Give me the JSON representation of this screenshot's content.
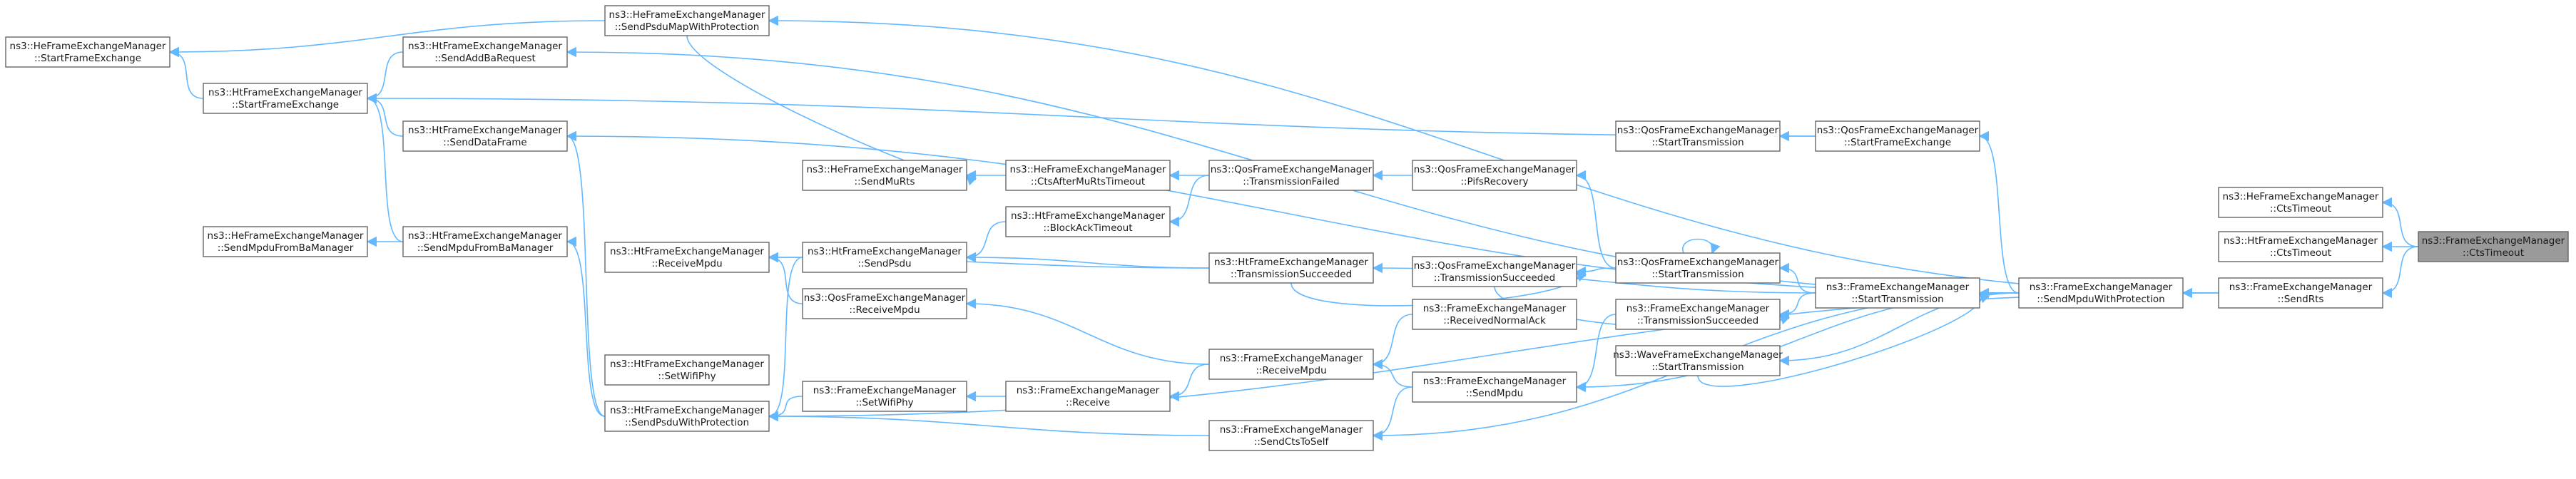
{
  "graph": {
    "root": "n_cts_timeout_fem",
    "nodes": [
      {
        "id": "n_start_fe_he",
        "l1": "ns3::HeFrameExchangeManager",
        "l2": "::StartFrameExchange"
      },
      {
        "id": "n_sendpsdumap",
        "l1": "ns3::HeFrameExchangeManager",
        "l2": "::SendPsduMapWithProtection"
      },
      {
        "id": "n_start_fe_ht",
        "l1": "ns3::HtFrameExchangeManager",
        "l2": "::StartFrameExchange"
      },
      {
        "id": "n_sendaddba",
        "l1": "ns3::HtFrameExchangeManager",
        "l2": "::SendAddBaRequest"
      },
      {
        "id": "n_senddata",
        "l1": "ns3::HtFrameExchangeManager",
        "l2": "::SendDataFrame"
      },
      {
        "id": "n_sendmurts",
        "l1": "ns3::HeFrameExchangeManager",
        "l2": "::SendMuRts"
      },
      {
        "id": "n_ctsaftermurts",
        "l1": "ns3::HeFrameExchangeManager",
        "l2": "::CtsAfterMuRtsTimeout"
      },
      {
        "id": "n_txfailed",
        "l1": "ns3::QosFrameExchangeManager",
        "l2": "::TransmissionFailed"
      },
      {
        "id": "n_pifs",
        "l1": "ns3::QosFrameExchangeManager",
        "l2": "::PifsRecovery"
      },
      {
        "id": "n_blockack",
        "l1": "ns3::HtFrameExchangeManager",
        "l2": "::BlockAckTimeout"
      },
      {
        "id": "n_qos_starttx_l",
        "l1": "ns3::QosFrameExchangeManager",
        "l2": "::StartTransmission"
      },
      {
        "id": "n_qos_startfe",
        "l1": "ns3::QosFrameExchangeManager",
        "l2": "::StartFrameExchange"
      },
      {
        "id": "n_he_sendmpdu",
        "l1": "ns3::HeFrameExchangeManager",
        "l2": "::SendMpduFromBaManager"
      },
      {
        "id": "n_ht_sendmpdu",
        "l1": "ns3::HtFrameExchangeManager",
        "l2": "::SendMpduFromBaManager"
      },
      {
        "id": "n_ht_recv",
        "l1": "ns3::HtFrameExchangeManager",
        "l2": "::ReceiveMpdu"
      },
      {
        "id": "n_ht_sendpsdu",
        "l1": "ns3::HtFrameExchangeManager",
        "l2": "::SendPsdu"
      },
      {
        "id": "n_ht_txsucc",
        "l1": "ns3::HtFrameExchangeManager",
        "l2": "::TransmissionSucceeded"
      },
      {
        "id": "n_qos_txsucc",
        "l1": "ns3::QosFrameExchangeManager",
        "l2": "::TransmissionSucceeded"
      },
      {
        "id": "n_qos_starttx_m",
        "l1": "ns3::QosFrameExchangeManager",
        "l2": "::StartTransmission"
      },
      {
        "id": "n_qos_recv",
        "l1": "ns3::QosFrameExchangeManager",
        "l2": "::ReceiveMpdu"
      },
      {
        "id": "n_fem_recvnack",
        "l1": "ns3::FrameExchangeManager",
        "l2": "::ReceivedNormalAck"
      },
      {
        "id": "n_fem_txsucc",
        "l1": "ns3::FrameExchangeManager",
        "l2": "::TransmissionSucceeded"
      },
      {
        "id": "n_fem_starttx",
        "l1": "ns3::FrameExchangeManager",
        "l2": "::StartTransmission"
      },
      {
        "id": "n_ht_setwifiphy",
        "l1": "ns3::HtFrameExchangeManager",
        "l2": "::SetWifiPhy"
      },
      {
        "id": "n_fem_setwifiphy",
        "l1": "ns3::FrameExchangeManager",
        "l2": "::SetWifiPhy"
      },
      {
        "id": "n_fem_receive",
        "l1": "ns3::FrameExchangeManager",
        "l2": "::Receive"
      },
      {
        "id": "n_fem_recvmpdu",
        "l1": "ns3::FrameExchangeManager",
        "l2": "::ReceiveMpdu"
      },
      {
        "id": "n_fem_sendmpdu",
        "l1": "ns3::FrameExchangeManager",
        "l2": "::SendMpdu"
      },
      {
        "id": "n_wave_starttx",
        "l1": "ns3::WaveFrameExchangeManager",
        "l2": "::StartTransmission"
      },
      {
        "id": "n_ht_sendpsduprot",
        "l1": "ns3::HtFrameExchangeManager",
        "l2": "::SendPsduWithProtection"
      },
      {
        "id": "n_fem_sendcts",
        "l1": "ns3::FrameExchangeManager",
        "l2": "::SendCtsToSelf"
      },
      {
        "id": "n_fem_sendmpduprot",
        "l1": "ns3::FrameExchangeManager",
        "l2": "::SendMpduWithProtection"
      },
      {
        "id": "n_he_ctstimeout",
        "l1": "ns3::HeFrameExchangeManager",
        "l2": "::CtsTimeout"
      },
      {
        "id": "n_ht_ctstimeout",
        "l1": "ns3::HtFrameExchangeManager",
        "l2": "::CtsTimeout"
      },
      {
        "id": "n_fem_sendrts",
        "l1": "ns3::FrameExchangeManager",
        "l2": "::SendRts"
      },
      {
        "id": "n_cts_timeout_fem",
        "l1": "ns3::FrameExchangeManager",
        "l2": "::CtsTimeout"
      }
    ],
    "edges": [
      [
        "n_cts_timeout_fem",
        "n_he_ctstimeout"
      ],
      [
        "n_cts_timeout_fem",
        "n_ht_ctstimeout"
      ],
      [
        "n_cts_timeout_fem",
        "n_fem_sendrts"
      ],
      [
        "n_fem_sendrts",
        "n_fem_sendmpduprot"
      ],
      [
        "n_fem_sendrts",
        "n_sendpsdumap"
      ],
      [
        "n_fem_sendrts",
        "n_ht_sendpsduprot"
      ],
      [
        "n_fem_sendmpduprot",
        "n_sendaddba"
      ],
      [
        "n_fem_sendmpduprot",
        "n_senddata"
      ],
      [
        "n_fem_sendmpduprot",
        "n_qos_startfe"
      ],
      [
        "n_fem_sendmpduprot",
        "n_fem_starttx"
      ],
      [
        "n_fem_sendmpduprot",
        "n_wave_starttx"
      ],
      [
        "n_fem_sendmpduprot",
        "n_fem_sendmpdu"
      ],
      [
        "n_fem_sendmpduprot",
        "n_fem_sendcts"
      ],
      [
        "n_sendpsdumap",
        "n_start_fe_he"
      ],
      [
        "n_sendpsdumap",
        "n_sendmurts"
      ],
      [
        "n_sendaddba",
        "n_start_fe_ht"
      ],
      [
        "n_start_fe_ht",
        "n_start_fe_he"
      ],
      [
        "n_senddata",
        "n_start_fe_ht"
      ],
      [
        "n_qos_startfe",
        "n_start_fe_ht"
      ],
      [
        "n_qos_startfe",
        "n_qos_starttx_l"
      ],
      [
        "n_fem_starttx",
        "n_qos_starttx_m"
      ],
      [
        "n_fem_starttx",
        "n_ht_txsucc"
      ],
      [
        "n_fem_starttx",
        "n_fem_txsucc"
      ],
      [
        "n_wave_starttx",
        "n_fem_starttx"
      ],
      [
        "n_qos_starttx_m",
        "n_pifs"
      ],
      [
        "n_qos_starttx_m",
        "n_qos_starttx_m"
      ],
      [
        "n_qos_starttx_m",
        "n_qos_txsucc"
      ],
      [
        "n_pifs",
        "n_txfailed"
      ],
      [
        "n_txfailed",
        "n_ctsaftermurts"
      ],
      [
        "n_txfailed",
        "n_blockack"
      ],
      [
        "n_ctsaftermurts",
        "n_sendmurts"
      ],
      [
        "n_blockack",
        "n_ht_sendpsdu"
      ],
      [
        "n_ht_txsucc",
        "n_qos_txsucc"
      ],
      [
        "n_ht_txsucc",
        "n_ht_recv"
      ],
      [
        "n_ht_txsucc",
        "n_ht_sendpsdu"
      ],
      [
        "n_qos_txsucc",
        "n_fem_txsucc"
      ],
      [
        "n_fem_txsucc",
        "n_fem_sendmpdu"
      ],
      [
        "n_fem_recvnack",
        "n_fem_recvmpdu"
      ],
      [
        "n_fem_recvmpdu",
        "n_qos_recv"
      ],
      [
        "n_fem_recvmpdu",
        "n_fem_receive"
      ],
      [
        "n_fem_sendmpdu",
        "n_fem_recvmpdu"
      ],
      [
        "n_fem_sendmpdu",
        "n_fem_sendcts"
      ],
      [
        "n_qos_recv",
        "n_ht_recv"
      ],
      [
        "n_ht_sendpsdu",
        "n_ht_recv"
      ],
      [
        "n_ht_sendpsdu",
        "n_ht_sendpsduprot"
      ],
      [
        "n_fem_receive",
        "n_fem_setwifiphy"
      ],
      [
        "n_fem_setwifiphy",
        "n_ht_sendpsduprot"
      ],
      [
        "n_fem_sendcts",
        "n_ht_sendpsduprot"
      ],
      [
        "n_ht_sendpsduprot",
        "n_ht_sendmpdu"
      ],
      [
        "n_ht_sendpsduprot",
        "n_senddata"
      ],
      [
        "n_ht_sendmpdu",
        "n_he_sendmpdu"
      ],
      [
        "n_ht_sendmpdu",
        "n_start_fe_ht"
      ]
    ]
  }
}
